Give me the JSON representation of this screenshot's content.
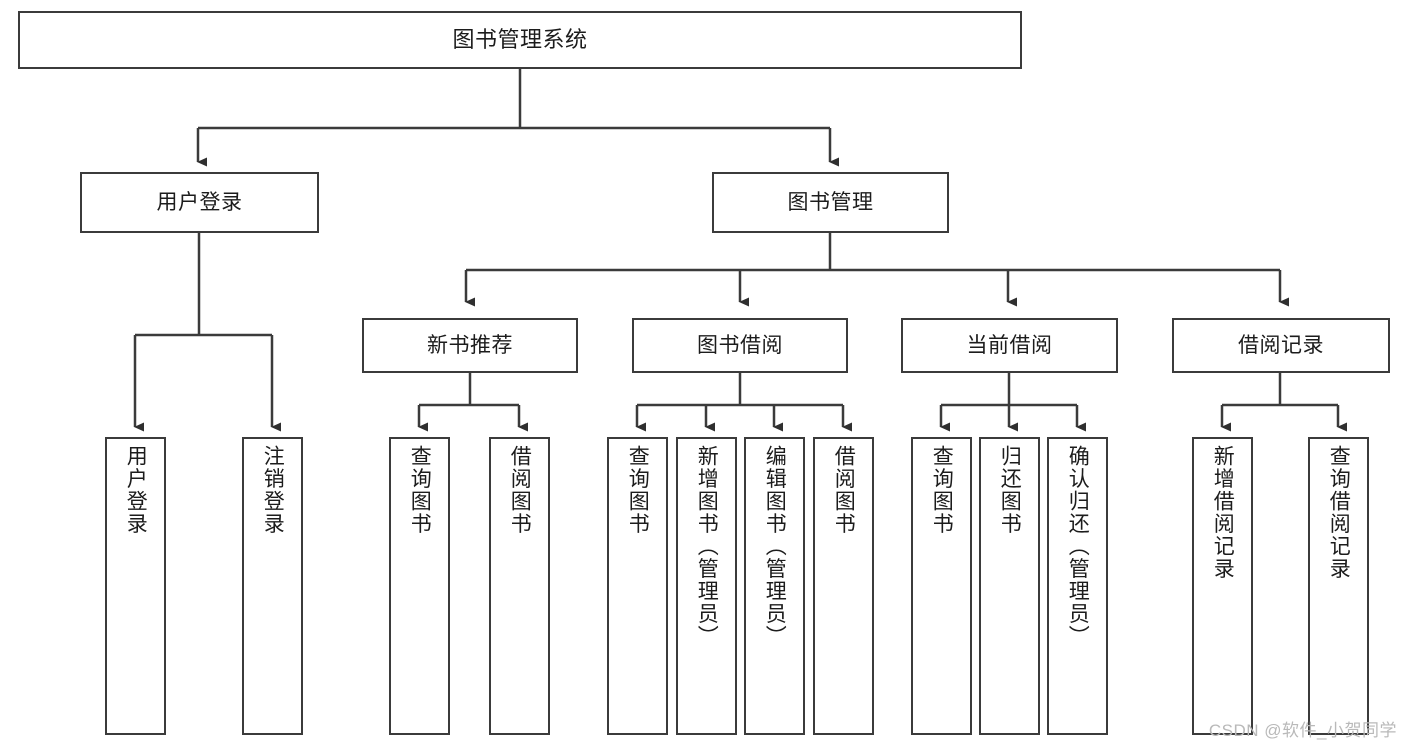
{
  "diagram": {
    "title": "图书管理系统",
    "watermark": "CSDN @软件_小贺同学",
    "stroke_color": "#3b3b3b",
    "background_color": "#ffffff",
    "text_color": "#1c1c1c",
    "watermark_color": "#b9b9b9",
    "type": "tree",
    "root": {
      "label": "图书管理系统"
    },
    "level2": [
      {
        "label": "用户登录"
      },
      {
        "label": "图书管理"
      }
    ],
    "level3": [
      {
        "label": "新书推荐"
      },
      {
        "label": "图书借阅"
      },
      {
        "label": "当前借阅"
      },
      {
        "label": "借阅记录"
      }
    ],
    "leaves": {
      "user_login": [
        {
          "label": "用户登录"
        },
        {
          "label": "注销登录"
        }
      ],
      "new_book": [
        {
          "label": "查询图书"
        },
        {
          "label": "借阅图书"
        }
      ],
      "book_borrow": [
        {
          "label": "查询图书"
        },
        {
          "label": "新增图书（管理员）"
        },
        {
          "label": "编辑图书（管理员）"
        },
        {
          "label": "借阅图书"
        }
      ],
      "current_borrow": [
        {
          "label": "查询图书"
        },
        {
          "label": "归还图书"
        },
        {
          "label": "确认归还（管理员）"
        }
      ],
      "borrow_record": [
        {
          "label": "新增借阅记录"
        },
        {
          "label": "查询借阅记录"
        }
      ]
    }
  }
}
